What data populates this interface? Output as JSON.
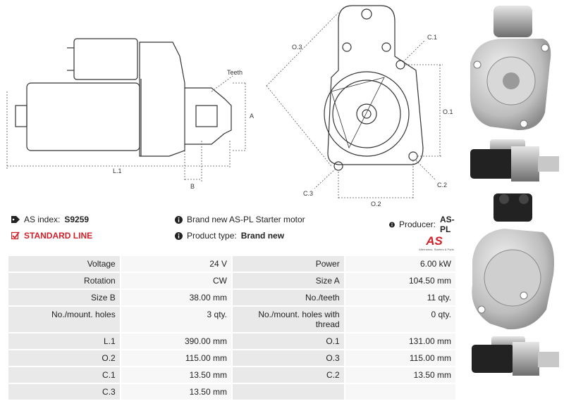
{
  "drawing": {
    "labels": {
      "teeth": "Teeth",
      "a": "A",
      "b": "B",
      "l1": "L.1",
      "o3": "O.3",
      "c1": "C.1",
      "o1": "O.1",
      "c3": "C.3",
      "c2": "C.2",
      "o2": "O.2"
    }
  },
  "info": {
    "as_index_label": "AS index:",
    "as_index_value": "S9259",
    "standard_line": "STANDARD LINE",
    "brand_new_text": "Brand new AS-PL Starter motor",
    "product_type_label": "Product type:",
    "product_type_value": "Brand new",
    "producer_label": "Producer:",
    "producer_value": "AS-PL",
    "logo_text": "AS",
    "logo_tagline": "Alternators, Starters & Parts"
  },
  "specs": [
    [
      "Voltage",
      "24 V",
      "Power",
      "6.00 kW"
    ],
    [
      "Rotation",
      "CW",
      "Size A",
      "104.50 mm"
    ],
    [
      "Size B",
      "38.00 mm",
      "No./teeth",
      "11 qty."
    ],
    [
      "No./mount. holes",
      "3 qty.",
      "No./mount. holes with thread",
      "0 qty."
    ],
    [
      "L.1",
      "390.00 mm",
      "O.1",
      "131.00 mm"
    ],
    [
      "O.2",
      "115.00 mm",
      "O.3",
      "115.00 mm"
    ],
    [
      "C.1",
      "13.50 mm",
      "C.2",
      "13.50 mm"
    ],
    [
      "C.3",
      "13.50 mm",
      "",
      ""
    ]
  ],
  "colors": {
    "accent_red": "#d0202a",
    "label_bg": "#e9e9e9",
    "value_bg": "#f7f7f7"
  }
}
